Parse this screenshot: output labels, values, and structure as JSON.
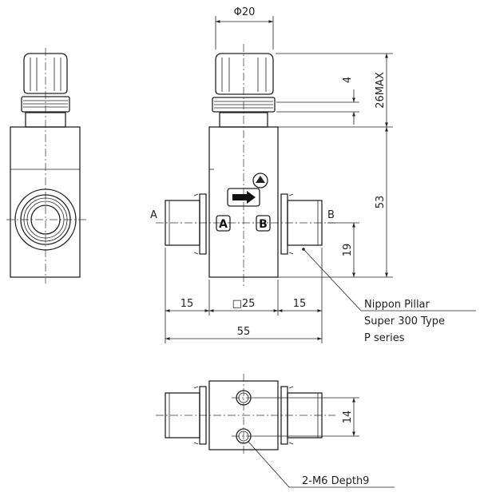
{
  "dimensions": {
    "diameter": "Φ20",
    "height_4": "4",
    "height_26max": "26MAX",
    "height_53": "53",
    "height_19": "19",
    "width_15_left": "15",
    "width_25": "□25",
    "width_15_right": "15",
    "width_55": "55",
    "spacing_14": "14"
  },
  "ports": {
    "a_label": "A",
    "b_label": "B",
    "a_box": "A",
    "b_box": "B"
  },
  "notes": {
    "fitting_line1": "Nippon Pillar",
    "fitting_line2": "Super 300 Type",
    "fitting_line3": "P series",
    "tap_note": "2-M6 Depth9"
  }
}
